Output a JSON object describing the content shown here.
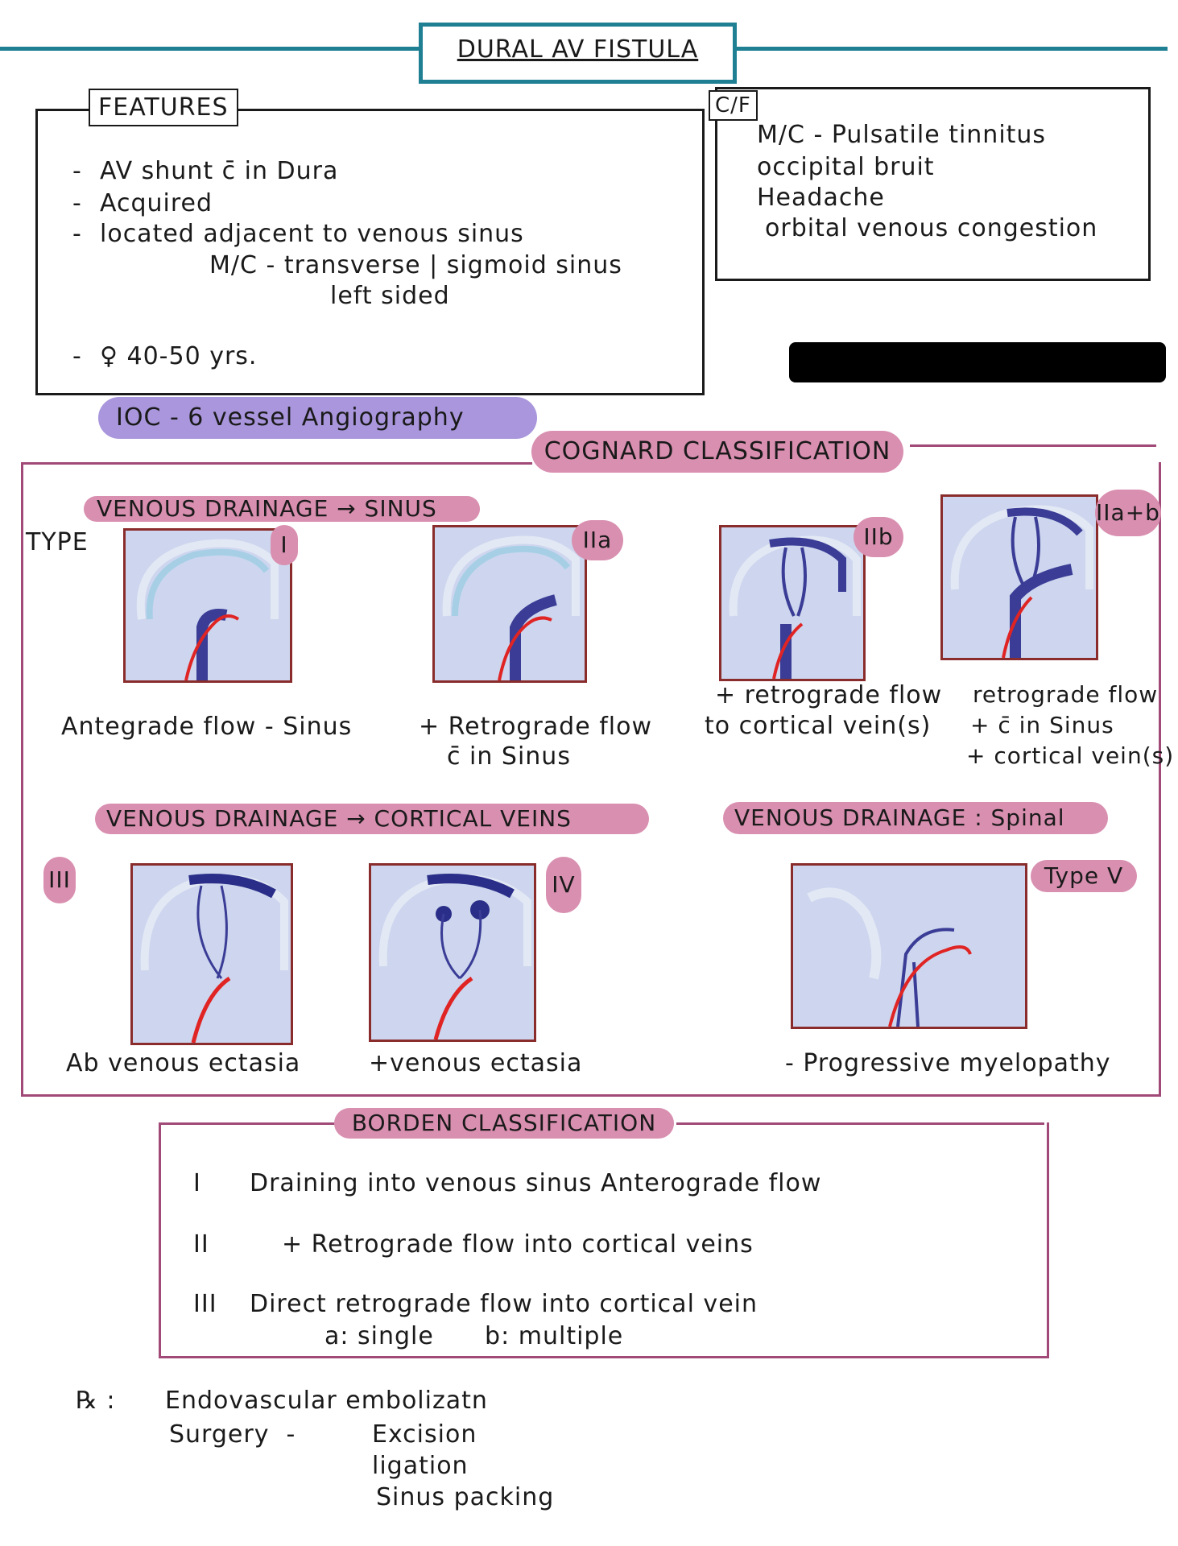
{
  "title": "DURAL AV FISTULA",
  "features": {
    "label": "FEATURES",
    "items": [
      "AV shunt c̄ in Dura",
      "Acquired",
      "located adjacent to venous sinus"
    ],
    "sub1": "M/C - transverse | sigmoid sinus",
    "sub2": "left sided",
    "age": "♀ 40-50 yrs."
  },
  "cf": {
    "label": "C/F",
    "lines": [
      "M/C - Pulsatile tinnitus",
      "occipital bruit",
      "Headache",
      "orbital venous congestion"
    ]
  },
  "ioc": "IOC - 6 vessel Angiography",
  "cognard": {
    "title": "COGNARD CLASSIFICATION",
    "drain_sinus": "VENOUS DRAINAGE → SINUS",
    "type_label": "TYPE",
    "types": [
      {
        "label": "I",
        "caption": [
          "Antegrade flow - Sinus"
        ]
      },
      {
        "label": "IIa",
        "caption": [
          "+ Retrograde flow",
          "c̄ in Sinus"
        ]
      },
      {
        "label": "IIb",
        "caption": [
          "+ retrograde flow",
          "to cortical vein(s)"
        ]
      },
      {
        "label": "IIa+b",
        "caption": [
          "retrograde flow",
          "+ c̄ in Sinus",
          "+ cortical vein(s)"
        ]
      }
    ],
    "drain_cortical": "VENOUS DRAINAGE → CORTICAL VEINS",
    "drain_spinal": "VENOUS DRAINAGE : Spinal",
    "types2": [
      {
        "label": "III",
        "caption": "Ab venous ectasia"
      },
      {
        "label": "IV",
        "caption": "+venous ectasia"
      },
      {
        "label": "Type V",
        "caption": "- Progressive myelopathy"
      }
    ]
  },
  "borden": {
    "title": "BORDEN CLASSIFICATION",
    "rows": [
      {
        "num": "I",
        "text": "Draining into venous sinus Anterograde flow"
      },
      {
        "num": "II",
        "text": "+   Retrograde flow into cortical veins"
      },
      {
        "num": "III",
        "text": "Direct retrograde flow into cortical vein"
      }
    ],
    "sub": "a: single      b: multiple"
  },
  "rx": {
    "symbol": "℞ :",
    "line1": "Endovascular embolizatn",
    "surgery": "Surgery  -",
    "options": [
      "Excision",
      "ligation",
      "Sinus packing"
    ]
  },
  "colors": {
    "teal": "#1f7f93",
    "pink": "#d98fb0",
    "purple": "#a996dc",
    "section": "#a14a78",
    "vein": "#3a3c96",
    "artery": "#e02424",
    "panel": "#cdd6ee"
  }
}
